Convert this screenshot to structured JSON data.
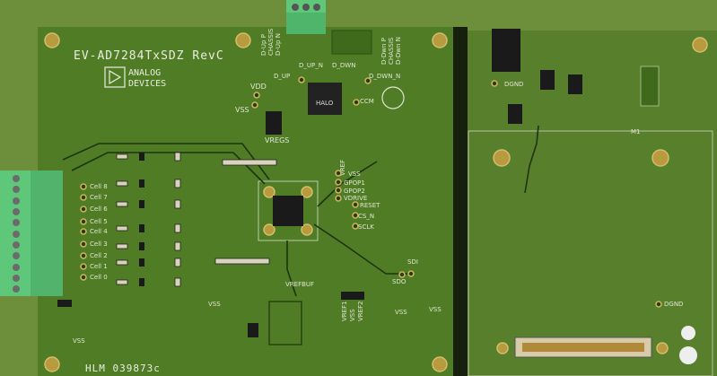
{
  "board": {
    "title": "EV-AD7284TxSDZ RevC",
    "logo_text": [
      "ANALOG",
      "DEVICES"
    ],
    "part_number": "HLM 039873c",
    "colors": {
      "background": "#6d8f3c",
      "pcb": "#507c26",
      "pcb_right": "#587f2c",
      "connector": "#5fc77a"
    }
  },
  "labels": {
    "vdd": "VDD",
    "vss": "VSS",
    "vregs": "VREGS",
    "d_up": "D_UP",
    "d_up_n": "D_UP_N",
    "d_dwn": "D_DWN",
    "d_dwn_n": "D_DWN_N",
    "ccm": "CCM",
    "top_conn_left": [
      "D-Up P",
      "CHASSIS",
      "D-Up N"
    ],
    "top_conn_right": [
      "D-Dwn P",
      "CHASSIS",
      "D-Dwn N"
    ],
    "transformer": "HALO",
    "gpop1": "GPOP1",
    "gpop2": "GPOP2",
    "vdrive": "VDRIVE",
    "reset": "RESET",
    "cs_n": "CS_N",
    "sclk": "SCLK",
    "sdi": "SDI",
    "sdo": "SDO",
    "vref": "VREF",
    "vrefbuf": "VREFBUF",
    "vref1": "VREF1",
    "vref2": "VREF2",
    "dgnd": "DGND",
    "m1": "M1",
    "cells": [
      "Cell 8",
      "Cell 7",
      "Cell 6",
      "Cell 5",
      "Cell 4",
      "Cell 3",
      "Cell 2",
      "Cell 1",
      "Cell 0"
    ]
  }
}
